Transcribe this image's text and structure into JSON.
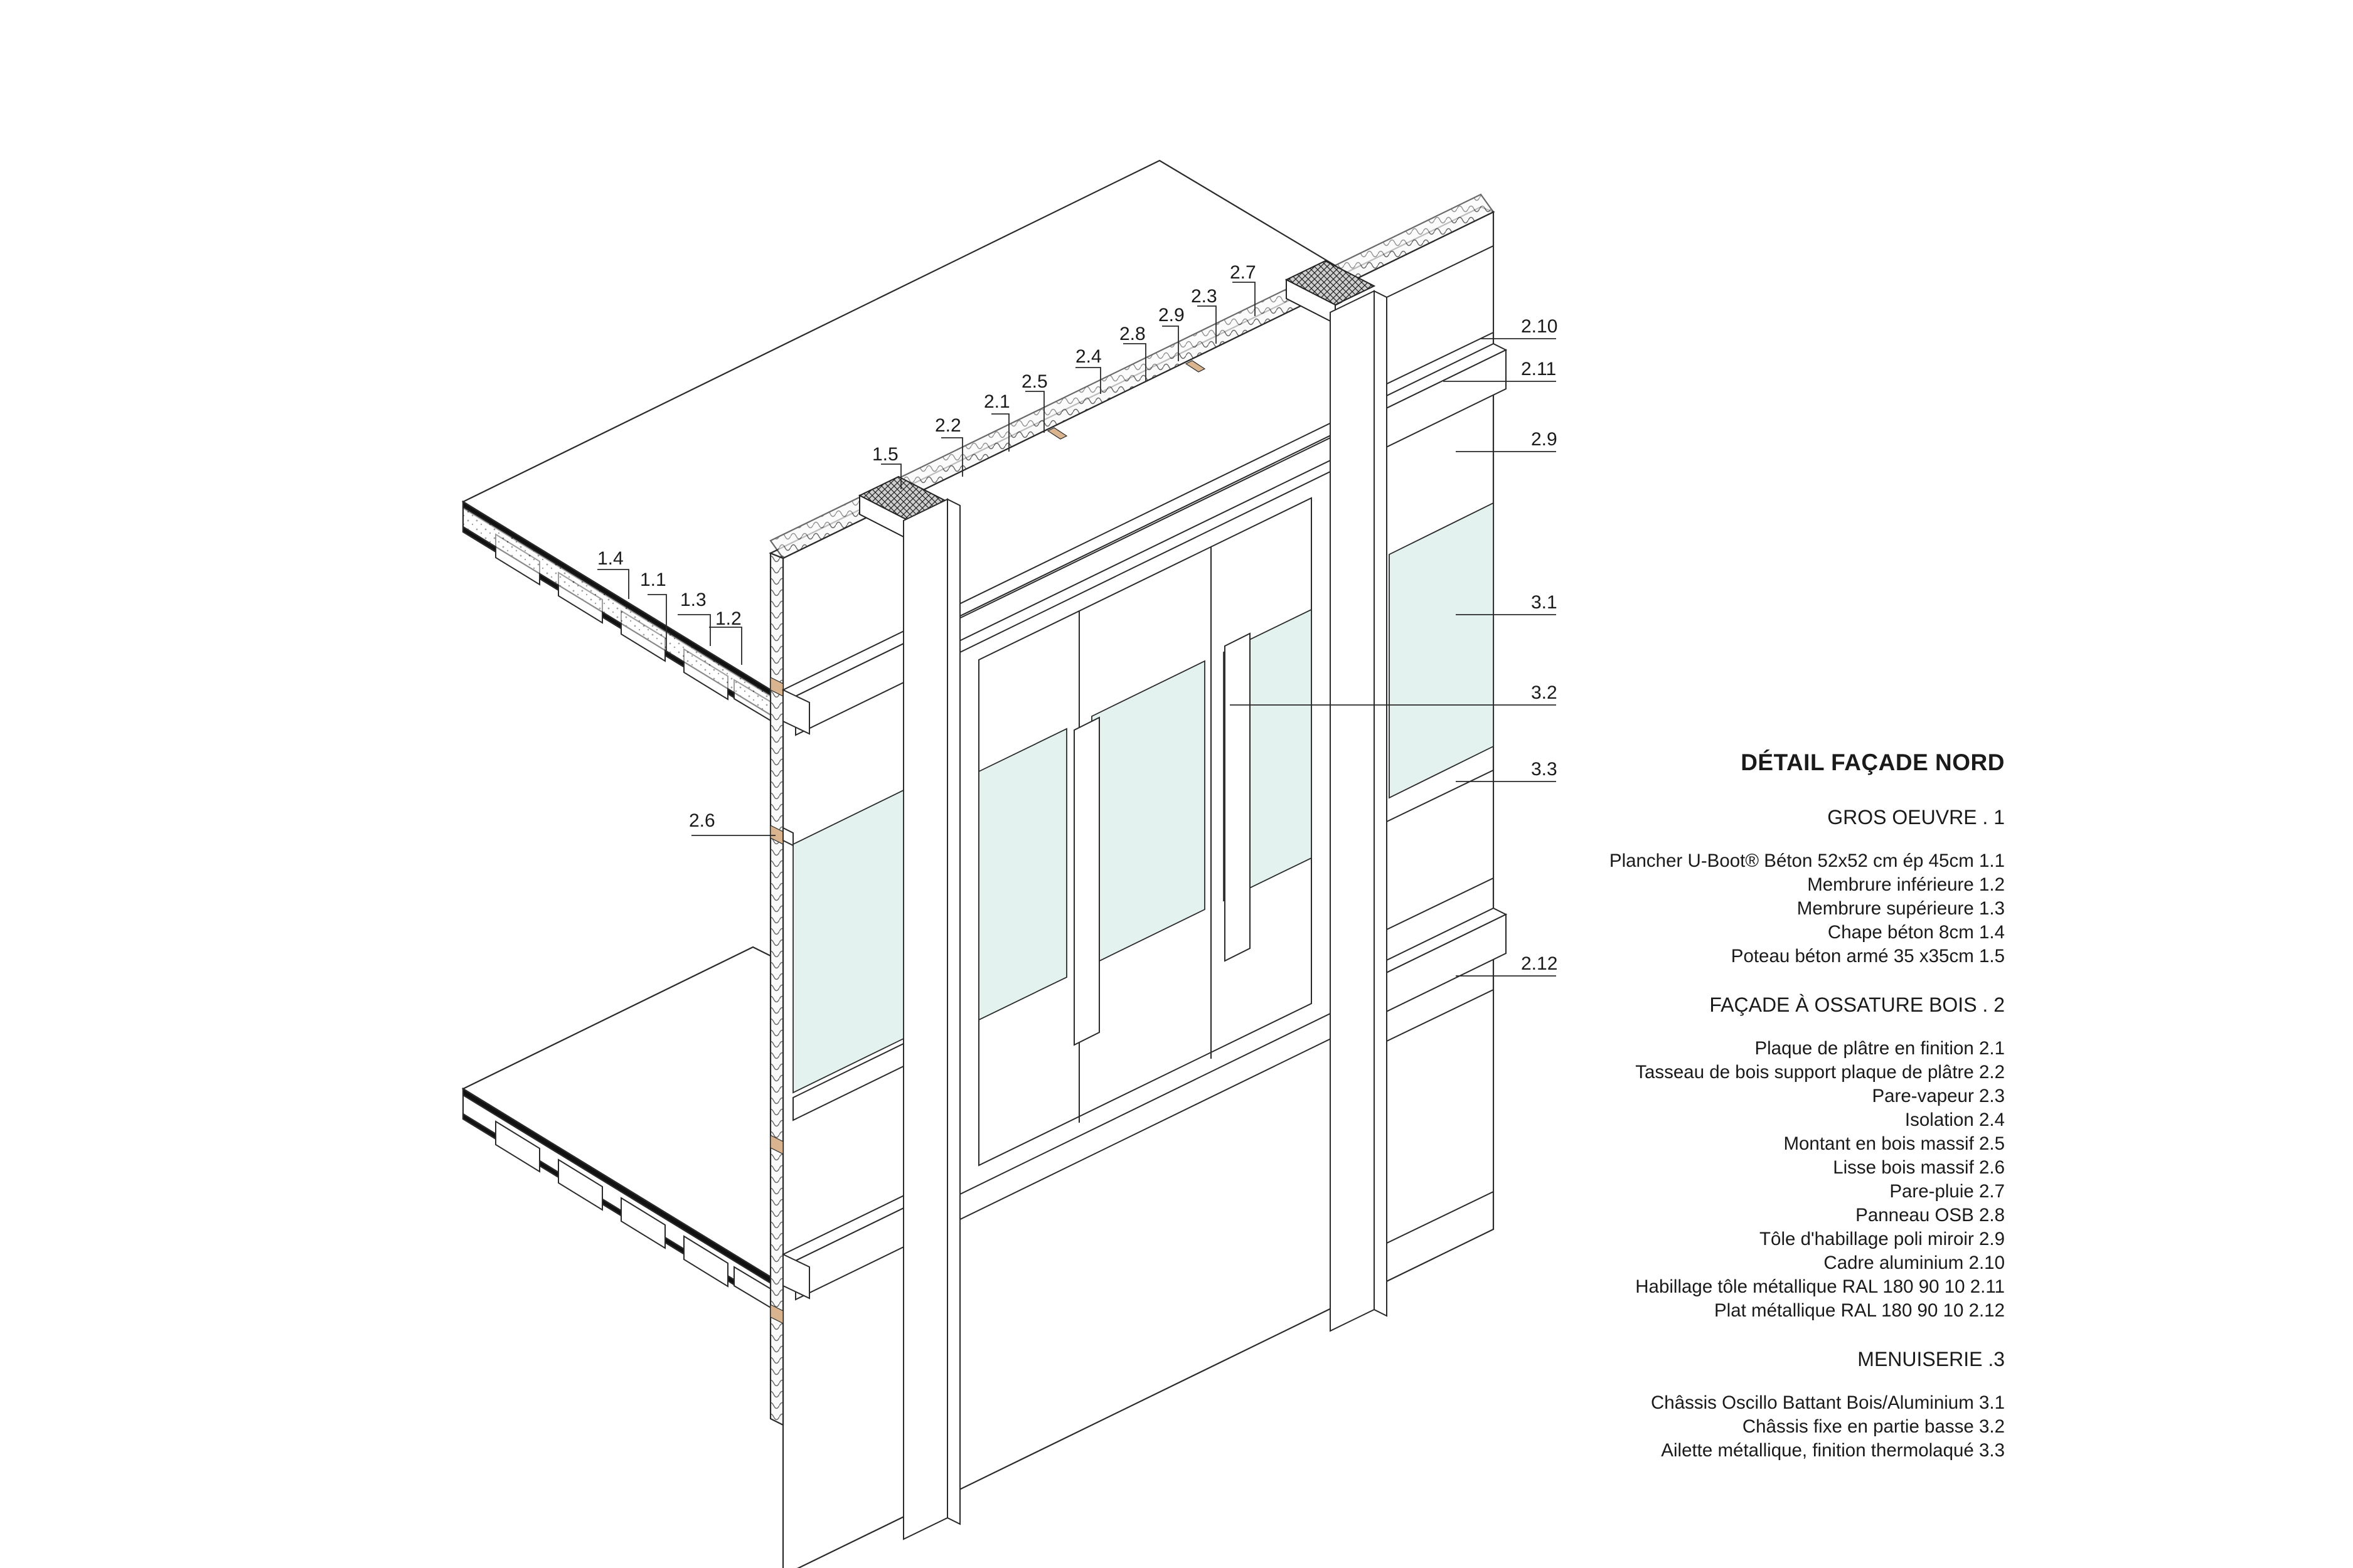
{
  "legend": {
    "title": "DÉTAIL FAÇADE NORD",
    "sections": [
      {
        "title": "GROS OEUVRE . 1",
        "items": [
          "Plancher U-Boot® Béton 52x52 cm ép 45cm 1.1",
          "Membrure inférieure 1.2",
          "Membrure supérieure 1.3",
          "Chape béton 8cm 1.4",
          "Poteau béton armé 35 x35cm 1.5"
        ]
      },
      {
        "title": "FAÇADE À OSSATURE BOIS . 2",
        "items": [
          "Plaque de plâtre en finition 2.1",
          "Tasseau de bois support plaque de plâtre 2.2",
          "Pare-vapeur 2.3",
          "Isolation 2.4",
          "Montant en bois massif 2.5",
          "Lisse bois massif 2.6",
          "Pare-pluie 2.7",
          "Panneau OSB 2.8",
          "Tôle d'habillage poli miroir 2.9",
          "Cadre aluminium 2.10",
          "Habillage tôle métallique RAL 180 90 10 2.11",
          "Plat métallique RAL 180 90 10 2.12"
        ]
      },
      {
        "title": "MENUISERIE .3",
        "items": [
          "Châssis Oscillo Battant Bois/Aluminium 3.1",
          "Châssis fixe en partie basse 3.2",
          "Ailette métallique, finition thermolaqué 3.3"
        ]
      }
    ]
  },
  "callouts": {
    "c1_4": "1.4",
    "c1_1": "1.1",
    "c1_3": "1.3",
    "c1_2": "1.2",
    "c1_5": "1.5",
    "c2_2": "2.2",
    "c2_1": "2.1",
    "c2_5": "2.5",
    "c2_4": "2.4",
    "c2_8": "2.8",
    "c2_9a": "2.9",
    "c2_3": "2.3",
    "c2_7": "2.7",
    "c2_10": "2.10",
    "c2_11": "2.11",
    "c2_9b": "2.9",
    "c3_1": "3.1",
    "c3_2": "3.2",
    "c3_3": "3.3",
    "c2_6": "2.6",
    "c2_12": "2.12"
  },
  "colors": {
    "line": "#2a2a2a",
    "glass": "#e3f2ef",
    "slab_cut": "#1a1a1a",
    "timber": "#d9b48f",
    "insulation": "#f2f2f2"
  }
}
